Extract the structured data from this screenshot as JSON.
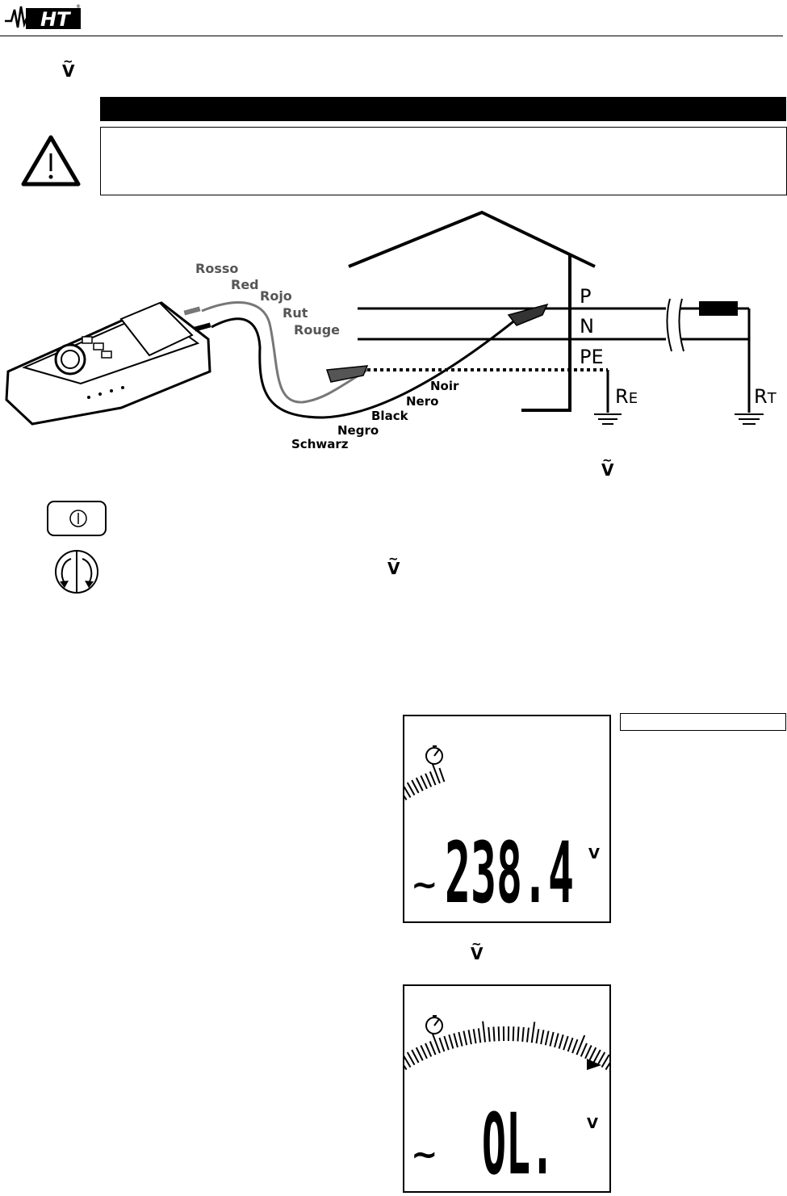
{
  "header": {
    "logo_text": "HT",
    "logo_mark": "®"
  },
  "symbols": {
    "voltage_tilde": "~",
    "voltage_v": "V"
  },
  "diagram": {
    "red_labels": [
      "Rosso",
      "Red",
      "Rojo",
      "Rut",
      "Rouge"
    ],
    "black_labels": [
      "Noir",
      "Nero",
      "Black",
      "Negro",
      "Schwarz"
    ],
    "line_labels": {
      "phase": "P",
      "neutral": "N",
      "protective_earth": "PE"
    },
    "earth_res_e": {
      "main": "R",
      "sub": "E"
    },
    "earth_res_t": {
      "main": "R",
      "sub": "T"
    }
  },
  "icons": {
    "warning": "warning-triangle-icon",
    "power": "power-button-icon",
    "rotary": "rotary-selector-icon",
    "timer": "timer-icon"
  },
  "displays": [
    {
      "reading": "238.4",
      "unit": "V",
      "ac_symbol": "~",
      "bargraph_segments": 12
    },
    {
      "reading": "OL.",
      "unit": "V",
      "ac_symbol": "~",
      "bargraph_segments": 50,
      "overrange_arrow": true
    }
  ],
  "colors": {
    "ink": "#000000",
    "red_lead": "#666666",
    "paper": "#ffffff"
  }
}
